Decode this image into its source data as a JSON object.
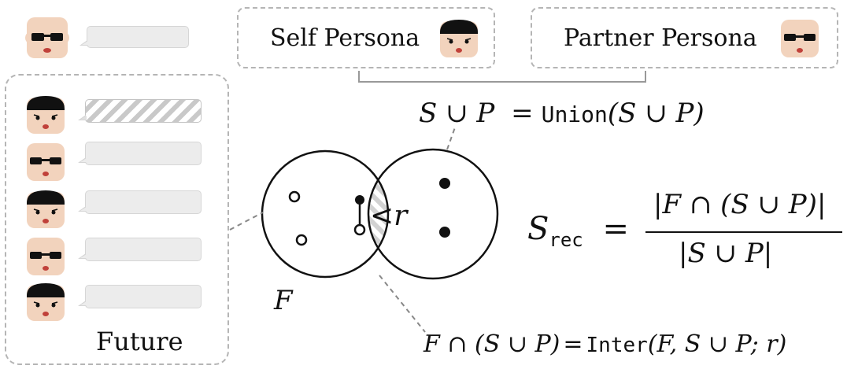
{
  "labels": {
    "self_persona": "Self Persona",
    "partner_persona": "Partner Persona",
    "future": "Future",
    "set_f": "F",
    "less_than_r": "<r"
  },
  "formulas": {
    "union_lhs": "S ∪ P",
    "union_eq": "=",
    "union_fn": "Union",
    "union_arg": "(S ∪ P)",
    "inter_lhs": "F ∩ (S ∪ P)",
    "inter_eq": "=",
    "inter_fn": "Inter",
    "inter_arg": "(F, S ∪ P; r)",
    "srec_s": "S",
    "srec_sub": "rec",
    "srec_eq": "=",
    "srec_num": "|F ∩ (S ∪ P)|",
    "srec_den": "|S ∪ P|"
  },
  "colors": {
    "dashed_border": "#b5b5b5",
    "bubble_fill": "#ececec",
    "skin": "#f2d3bd",
    "hair": "#111111",
    "glasses": "#111111"
  }
}
